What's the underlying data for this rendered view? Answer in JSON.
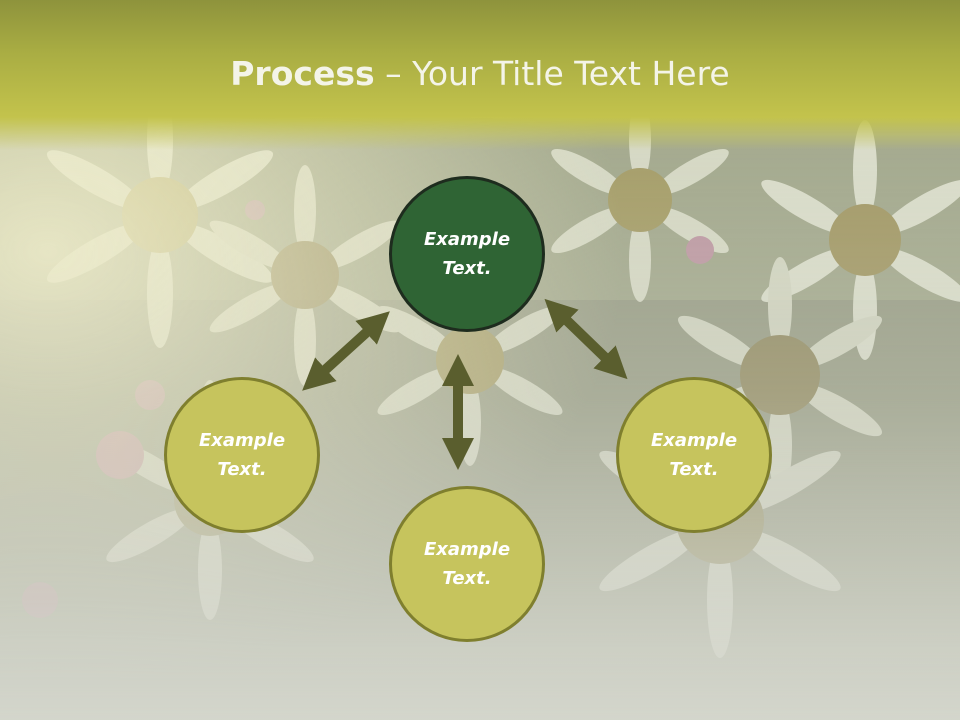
{
  "slide": {
    "title_bold": "Process",
    "title_rest": " – Your Title Text Here"
  },
  "colors": {
    "header": "#c3c34c",
    "center_node": "#2f6434",
    "outer_node": "#c6c45d",
    "arrow": "#5a5e2e",
    "title_text": "#f4f4e8"
  },
  "diagram": {
    "nodes": [
      {
        "id": "top",
        "label": "Example\nText."
      },
      {
        "id": "left",
        "label": "Example\nText."
      },
      {
        "id": "bottom",
        "label": "Example\nText."
      },
      {
        "id": "right",
        "label": "Example\nText."
      }
    ],
    "connectors": [
      {
        "between": [
          "top",
          "left"
        ],
        "style": "double-arrow"
      },
      {
        "between": [
          "top",
          "bottom"
        ],
        "style": "double-arrow"
      },
      {
        "between": [
          "top",
          "right"
        ],
        "style": "double-arrow"
      }
    ]
  }
}
